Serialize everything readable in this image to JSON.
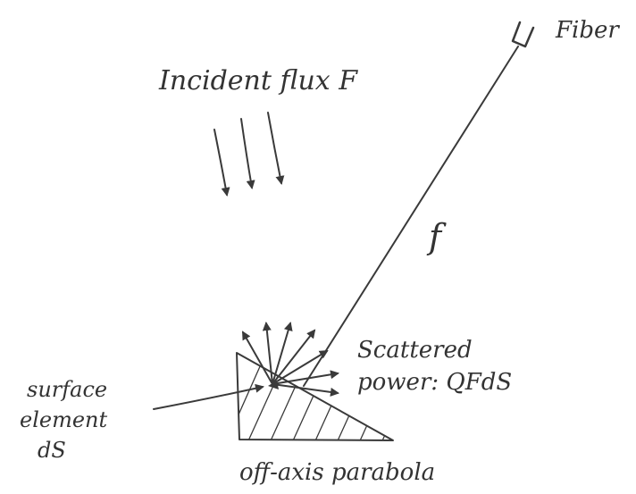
{
  "labels": {
    "fiber": "Fiber",
    "incident_flux": "Incident flux F",
    "focal_length": "f",
    "scattered_line1": "Scattered",
    "scattered_line2": "power: QFdS",
    "surface_line1": "surface",
    "surface_line2": "element",
    "surface_line3": "dS",
    "parabola": "off-axis parabola"
  },
  "colors": {
    "pencil": "#3a3a3a",
    "background": "#ffffff"
  }
}
